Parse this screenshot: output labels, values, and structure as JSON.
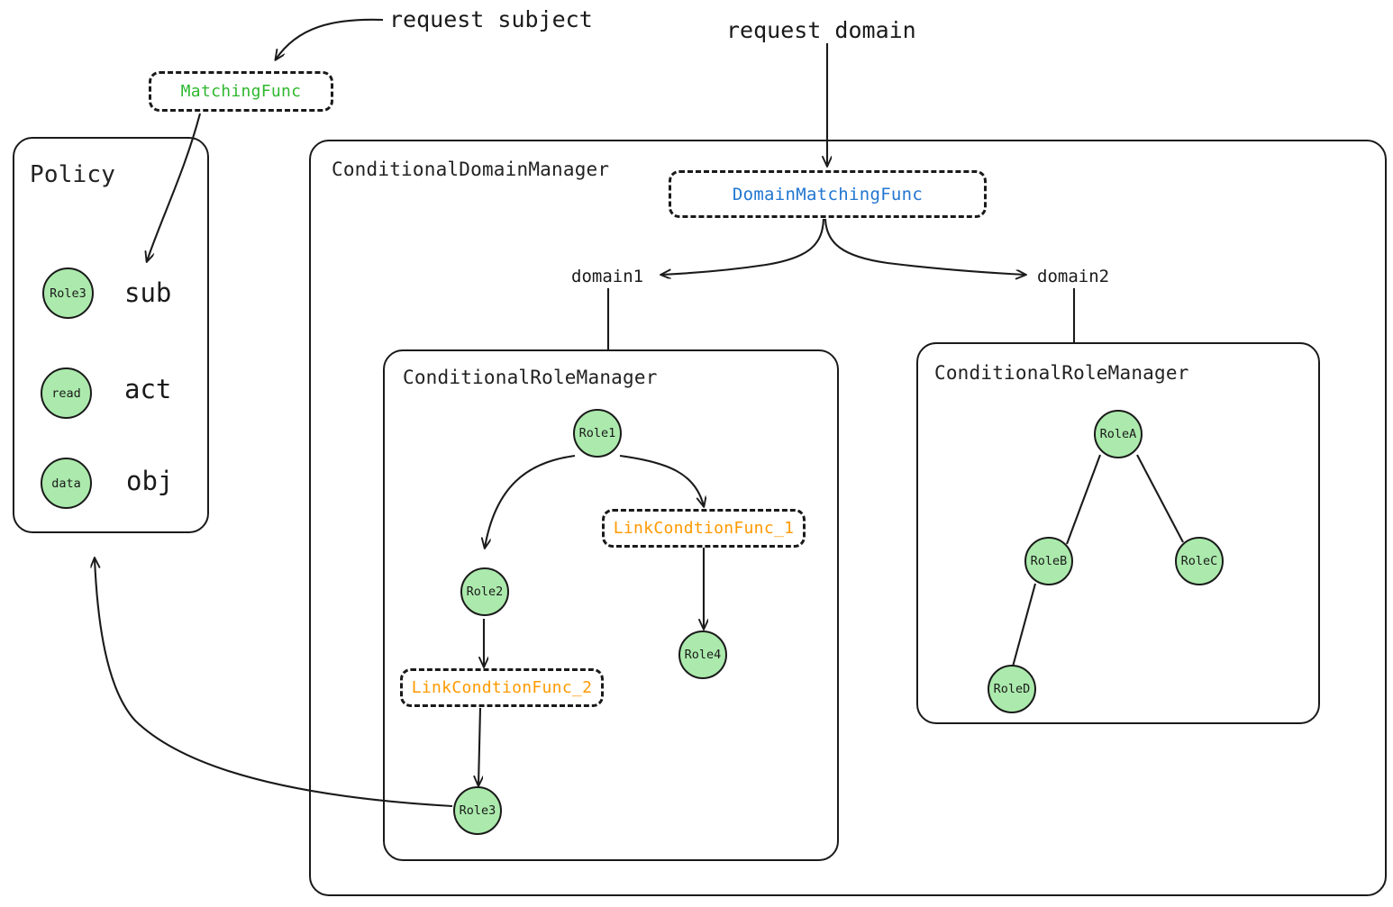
{
  "colors": {
    "node_fill": "#abeaac",
    "stroke": "#1a1a1a",
    "green_text": "#2eb82e",
    "blue_text": "#2176d2",
    "orange_text": "#ff9900",
    "background": "#ffffff"
  },
  "annotations": {
    "request_subject": "request subject",
    "request_domain": "request domain"
  },
  "matching_func": {
    "label": "MatchingFunc"
  },
  "policy": {
    "title": "Policy",
    "rows": [
      {
        "node": "Role3",
        "attribute": "sub"
      },
      {
        "node": "read",
        "attribute": "act"
      },
      {
        "node": "data",
        "attribute": "obj"
      }
    ]
  },
  "domain_manager": {
    "title": "ConditionalDomainManager",
    "domain_matching_func": "DomainMatchingFunc",
    "branches": [
      {
        "label": "domain1"
      },
      {
        "label": "domain2"
      }
    ]
  },
  "role_manager_left": {
    "title": "ConditionalRoleManager",
    "nodes": [
      {
        "id": "role1",
        "label": "Role1"
      },
      {
        "id": "role2",
        "label": "Role2"
      },
      {
        "id": "role3",
        "label": "Role3"
      },
      {
        "id": "role4",
        "label": "Role4"
      }
    ],
    "link_funcs": [
      {
        "id": "lcf1",
        "label": "LinkCondtionFunc_1"
      },
      {
        "id": "lcf2",
        "label": "LinkCondtionFunc_2"
      }
    ]
  },
  "role_manager_right": {
    "title": "ConditionalRoleManager",
    "nodes": [
      {
        "id": "roleA",
        "label": "RoleA"
      },
      {
        "id": "roleB",
        "label": "RoleB"
      },
      {
        "id": "roleC",
        "label": "RoleC"
      },
      {
        "id": "roleD",
        "label": "RoleD"
      }
    ]
  }
}
